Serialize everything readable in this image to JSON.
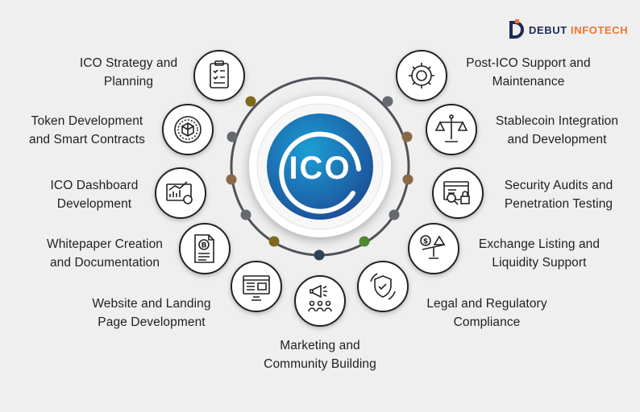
{
  "brand": {
    "word1": "DEBUT",
    "word2": "INFOTECH",
    "colors": {
      "navy": "#1e2a55",
      "orange": "#e8772e"
    }
  },
  "center": {
    "text": "ICO",
    "gradient": [
      "#1b9fd6",
      "#1d4e96"
    ]
  },
  "services": [
    {
      "line1": "ICO Strategy and",
      "line2": "Planning",
      "icon": "clipboard-checklist-icon"
    },
    {
      "line1": "Token Development",
      "line2": "and Smart Contracts",
      "icon": "token-coin-icon"
    },
    {
      "line1": "ICO Dashboard",
      "line2": "Development",
      "icon": "dashboard-chart-icon"
    },
    {
      "line1": "Whitepaper Creation",
      "line2": "and Documentation",
      "icon": "bitcoin-document-icon"
    },
    {
      "line1": "Website and Landing",
      "line2": "Page Development",
      "icon": "website-monitor-icon"
    },
    {
      "line1": "Marketing and",
      "line2": "Community Building",
      "icon": "megaphone-community-icon"
    },
    {
      "line1": "Legal and Regulatory",
      "line2": "Compliance",
      "icon": "shield-check-icon"
    },
    {
      "line1": "Exchange Listing and",
      "line2": "Liquidity Support",
      "icon": "exchange-scale-icon"
    },
    {
      "line1": "Security Audits and",
      "line2": "Penetration Testing",
      "icon": "security-audit-icon"
    },
    {
      "line1": "Stablecoin Integration",
      "line2": "and Development",
      "icon": "stablecoin-balance-icon"
    },
    {
      "line1": "Post-ICO Support and",
      "line2": "Maintenance",
      "icon": "support-gear-icon"
    }
  ],
  "colors": {
    "ring": "#50525a",
    "dot_olive": "#7d6a1c",
    "dot_brown": "#8a6a45",
    "dot_gray": "#666a6e",
    "dot_green": "#4e8a2e",
    "dot_navy": "#2f4256"
  }
}
